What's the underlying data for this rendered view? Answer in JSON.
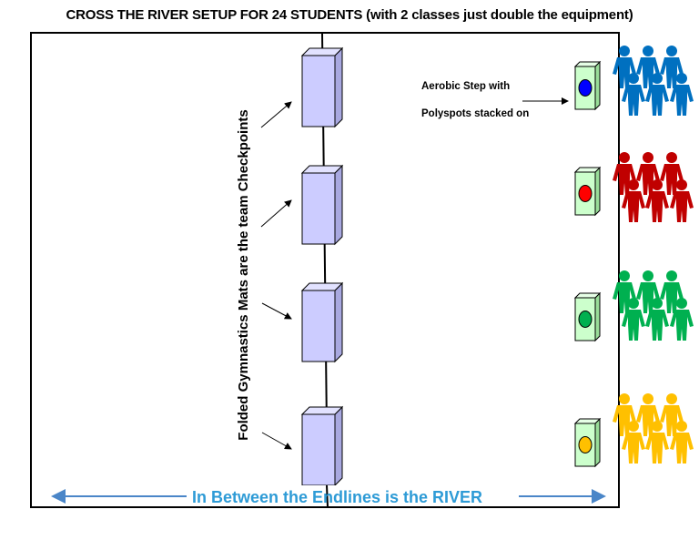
{
  "title": "CROSS THE RIVER SETUP FOR 24 STUDENTS (with 2 classes just double the equipment)",
  "labels": {
    "mats": "Folded Gymnastics Mats are the team Checkpoints",
    "step_line1": "Aerobic Step with",
    "step_line2": "Polyspots stacked on",
    "river": "In Between the Endlines is the RIVER"
  },
  "colors": {
    "mat_fill": "#ccccff",
    "step_fill": "#ccffcc",
    "river_text": "#2e9bd6",
    "arrow": "#4a86c8"
  },
  "teams": [
    {
      "name": "blue",
      "color": "#0070c0",
      "spot": "#0000ff"
    },
    {
      "name": "red",
      "color": "#c00000",
      "spot": "#ff0000"
    },
    {
      "name": "green",
      "color": "#00b050",
      "spot": "#00b050"
    },
    {
      "name": "yellow",
      "color": "#ffc000",
      "spot": "#ffc000"
    }
  ],
  "icons": {
    "mat": "gymnastics-mat-icon",
    "step": "aerobic-step-icon",
    "spot": "polyspot-icon",
    "student": "student-icon"
  }
}
